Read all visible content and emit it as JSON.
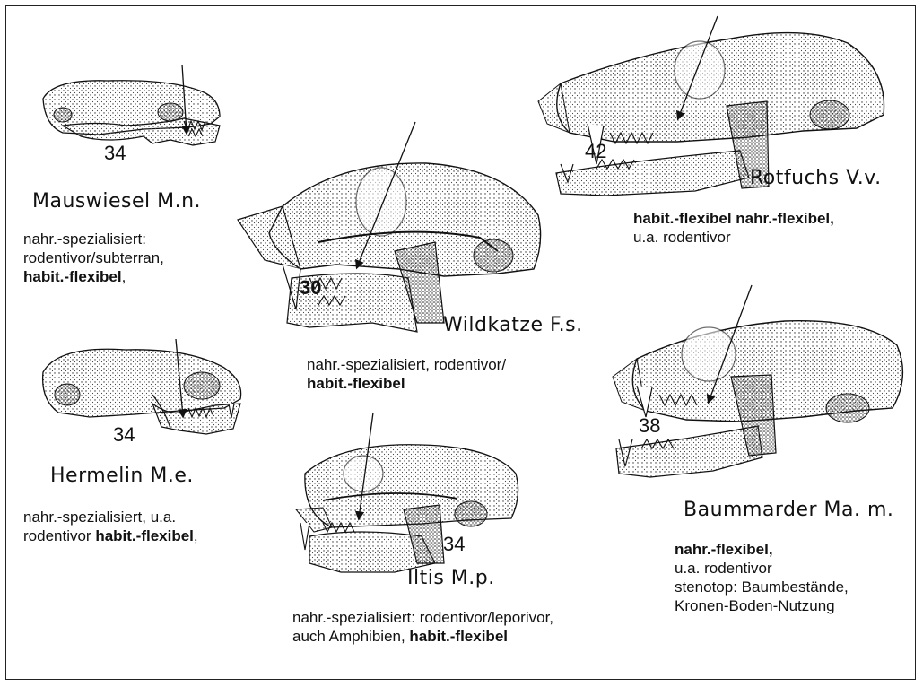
{
  "colors": {
    "ink": "#111111",
    "stipple": "#333333",
    "paper": "#ffffff"
  },
  "animals": [
    {
      "id": "mauswiesel",
      "name": "Mauswiesel M.n.",
      "teeth": "34",
      "desc": [
        {
          "text": "nahr.-spezialisiert:",
          "bold": false
        },
        {
          "text": "rodentivor/subterran,",
          "bold": false
        },
        {
          "text": "habit.-flexibel",
          "bold": true,
          "suffix": ","
        }
      ]
    },
    {
      "id": "wildkatze",
      "name": "Wildkatze F.s.",
      "teeth": "30",
      "desc": [
        {
          "text": "nahr.-spezialisiert, rodentivor/",
          "bold": false
        },
        {
          "text": "habit.-flexibel",
          "bold": true,
          "suffix": ""
        }
      ]
    },
    {
      "id": "rotfuchs",
      "name": "Rotfuchs V.v.",
      "teeth": "42",
      "desc": [
        {
          "text": "habit.-flexibel nahr.-flexibel,",
          "bold": true
        },
        {
          "text": "u.a. rodentivor",
          "bold": false
        }
      ]
    },
    {
      "id": "hermelin",
      "name": "Hermelin M.e.",
      "teeth": "34",
      "desc": [
        {
          "text": "nahr.-spezialisiert, u.a.",
          "bold": false
        },
        {
          "prefix": "rodentivor ",
          "text": "habit.-flexibel",
          "bold": true,
          "suffix": ","
        }
      ]
    },
    {
      "id": "iltis",
      "name": "Iltis M.p.",
      "teeth": "34",
      "desc": [
        {
          "text": "nahr.-spezialisiert: rodentivor/leporivor,",
          "bold": false
        },
        {
          "prefix": "auch Amphibien, ",
          "text": "habit.-flexibel",
          "bold": true,
          "suffix": ""
        }
      ]
    },
    {
      "id": "baummarder",
      "name": "Baummarder Ma. m.",
      "teeth": "38",
      "desc": [
        {
          "text": "nahr.-flexibel,",
          "bold": true
        },
        {
          "text": "u.a. rodentivor",
          "bold": false
        },
        {
          "text": "stenotop: Baumbestände,",
          "bold": false
        },
        {
          "text": "Kronen-Boden-Nutzung",
          "bold": false
        }
      ]
    }
  ]
}
